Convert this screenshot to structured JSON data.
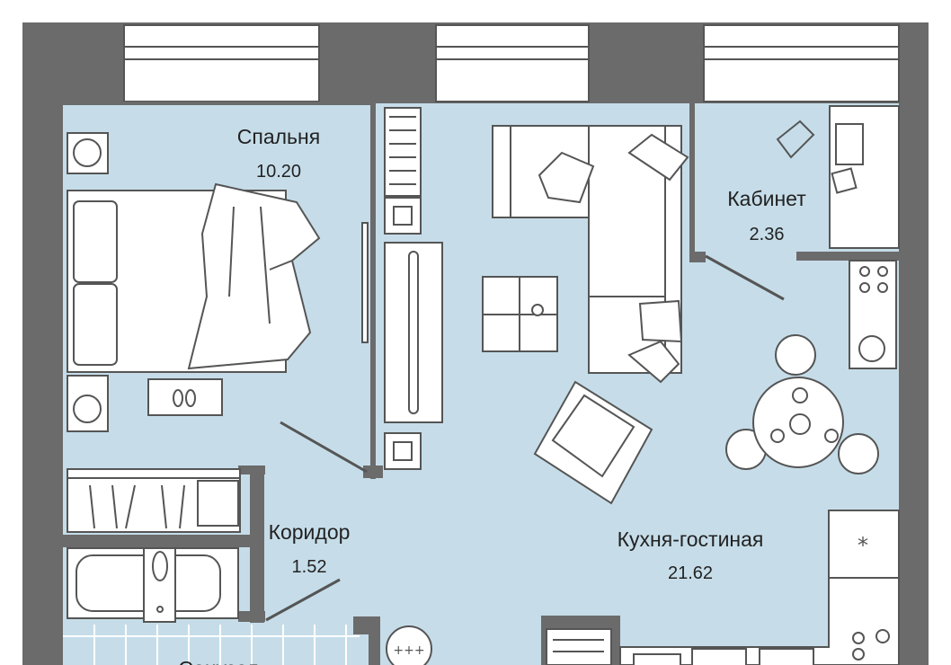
{
  "plan": {
    "colors": {
      "wall": "#6b6b6b",
      "floor": "#c6dde9",
      "window": "#ffffff",
      "furniture_stroke": "#555555"
    },
    "rooms": [
      {
        "name": "Спальня",
        "area": "10.20"
      },
      {
        "name": "Кабинет",
        "area": "2.36"
      },
      {
        "name": "Коридор",
        "area": "1.52"
      },
      {
        "name": "Кухня-гостиная",
        "area": "21.62"
      },
      {
        "name": "Санузел",
        "area": ""
      }
    ]
  }
}
